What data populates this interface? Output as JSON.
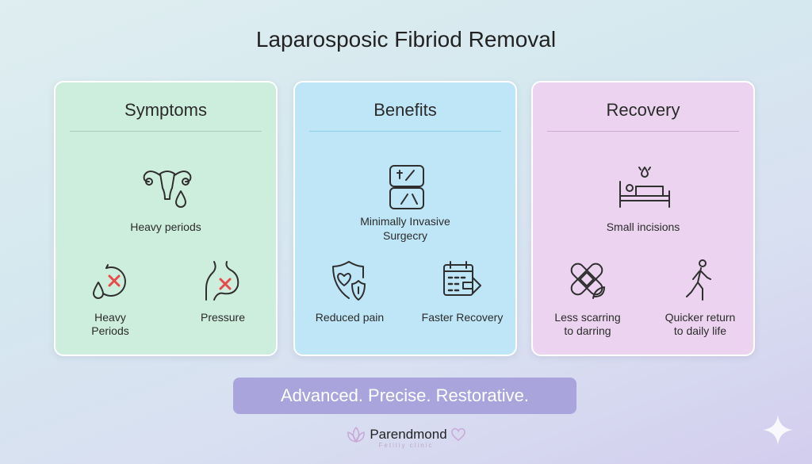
{
  "title": "Laparosposic Fibriod Removal",
  "cards": [
    {
      "title": "Symptoms",
      "main": "Heavy periods",
      "subs": [
        "Heavy\nPeriods",
        "Pressure"
      ]
    },
    {
      "title": "Benefits",
      "main": "Minimally Invasive\nSurgecry",
      "subs": [
        "Reduced pain",
        "Faster Recovery"
      ]
    },
    {
      "title": "Recovery",
      "main": "Small incisions",
      "subs": [
        "Less scarring\nto darring",
        "Quicker return\nto daily life"
      ]
    }
  ],
  "banner": "Advanced. Precise. Restorative.",
  "logo": {
    "name": "Parendmond",
    "tagline": "Fetiliy clinic"
  },
  "colors": {
    "symptoms": "#cdeedd",
    "benefits": "#bfe6f7",
    "recovery": "#ecd3f0",
    "banner": "#a9a4dc",
    "cross": "#e84a4a"
  }
}
